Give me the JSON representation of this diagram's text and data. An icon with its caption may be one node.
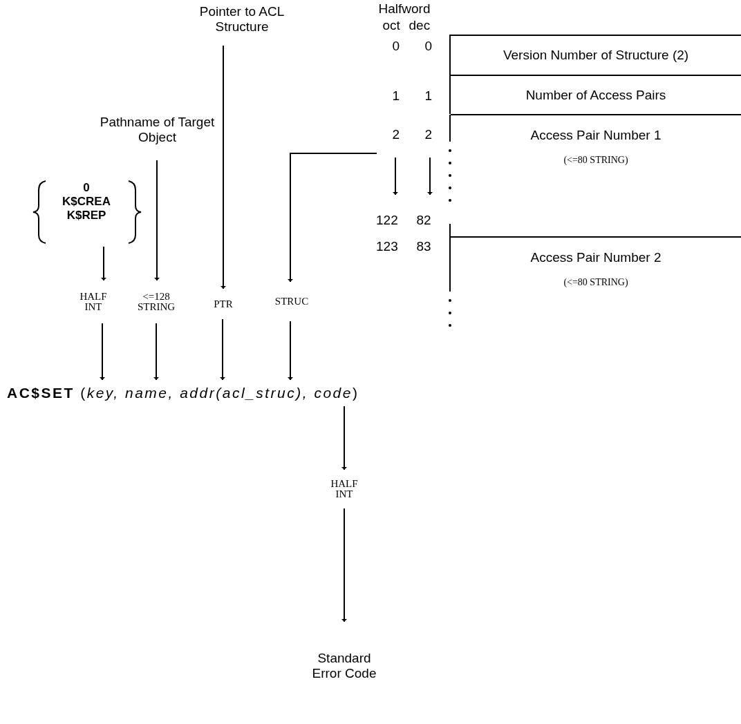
{
  "diagram": {
    "nodes": [
      {
        "text": [
          "Pointer to ACL Structure"
        ]
      },
      {
        "text": [
          "Pathname of Target Object"
        ]
      },
      {
        "text": [
          "0",
          "K$CREA",
          "K$REP"
        ]
      },
      {
        "text": [
          "HALF INT"
        ]
      },
      {
        "text": [
          "<=128 STRING"
        ]
      },
      {
        "text": [
          "PTR"
        ]
      },
      {
        "text": [
          "STRUC"
        ]
      },
      {
        "text": [
          "**AC$SET** (*key, name, addr(acl_struc), code*)"
        ]
      },
      {
        "text": [
          "HALF INT"
        ]
      },
      {
        "text": [
          "Standard Error Code"
        ]
      },
      {
        "text": [
          "Version Number of Structure (2)"
        ]
      },
      {
        "text": [
          "Number of Access Pairs"
        ]
      },
      {
        "text": [
          "Access Pair Number 1",
          "(<=80 STRING)"
        ]
      },
      {
        "text": [
          "Access Pair Number 2",
          "(<=80 STRING)"
        ]
      }
    ],
    "edges": [
      {
        "from": 0,
        "to": 5,
        "arrow": "to"
      },
      {
        "from": 1,
        "to": 4,
        "arrow": "to"
      },
      {
        "from": 2,
        "to": 3,
        "arrow": "to"
      },
      {
        "from": null,
        "to": 6,
        "arrow": "to"
      },
      {
        "from": 3,
        "to": 7,
        "arrow": "to"
      },
      {
        "from": 4,
        "to": 7,
        "arrow": "to"
      },
      {
        "from": 5,
        "to": 7,
        "arrow": "to"
      },
      {
        "from": 6,
        "to": 7,
        "arrow": "to"
      },
      {
        "from": 7,
        "to": 8,
        "arrow": "to"
      },
      {
        "from": 8,
        "to": 9,
        "arrow": "to"
      }
    ],
    "labels": [
      "Halfword",
      "oct",
      "dec",
      "0",
      "0",
      "1",
      "1",
      "2",
      "2",
      "122",
      "82",
      "123",
      "83"
    ]
  }
}
